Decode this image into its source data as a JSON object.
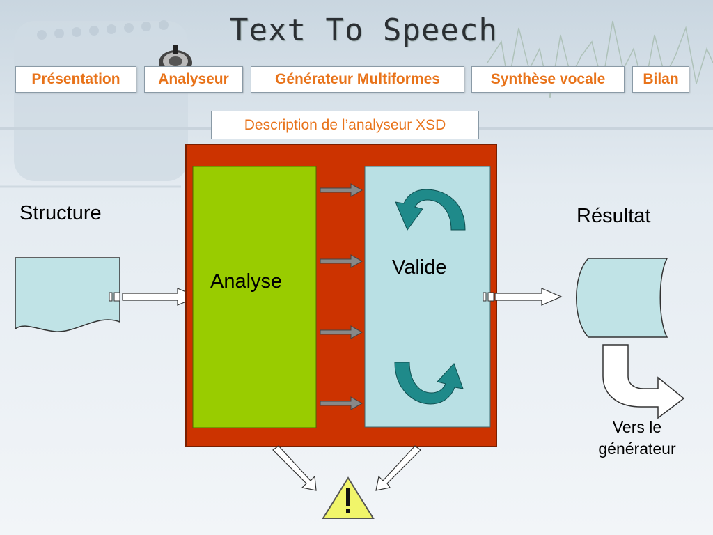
{
  "header": {
    "title": "Text To Speech"
  },
  "nav": {
    "items": [
      {
        "label": "Présentation"
      },
      {
        "label": "Analyseur"
      },
      {
        "label": "Générateur Multiformes"
      },
      {
        "label": "Synthèse vocale"
      },
      {
        "label": "Bilan"
      }
    ]
  },
  "slide": {
    "subtitle": "Description de l’analyseur XSD",
    "input_label": "Structure",
    "output_label": "Résultat",
    "analyse_label": "Analyse",
    "valide_label": "Valide",
    "next_line1": "Vers le",
    "next_line2": "générateur"
  },
  "colors": {
    "accent": "#e8731a",
    "frame": "#cc3300",
    "analyse": "#99cc00",
    "valide": "#b9e0e4",
    "cycle": "#1f8a8a",
    "warning": "#f1f56a"
  },
  "icons": [
    "speaker-icon",
    "rotate-arrow-icon",
    "warning-icon"
  ]
}
